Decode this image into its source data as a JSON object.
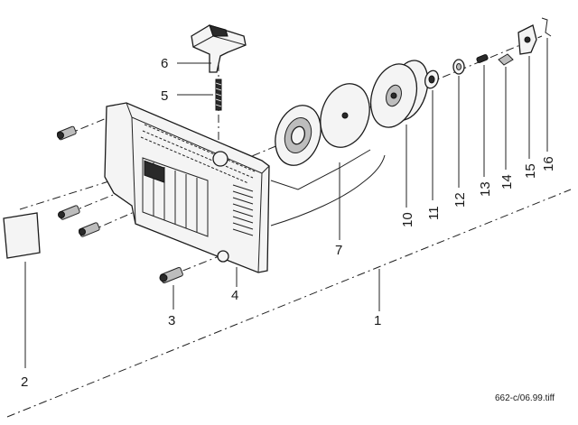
{
  "diagram": {
    "part_numbers": [
      "1",
      "2",
      "3",
      "4",
      "5",
      "6",
      "7",
      "10",
      "11",
      "12",
      "13",
      "14",
      "15",
      "16"
    ],
    "file_name": "662-c/06.99.tiff"
  }
}
